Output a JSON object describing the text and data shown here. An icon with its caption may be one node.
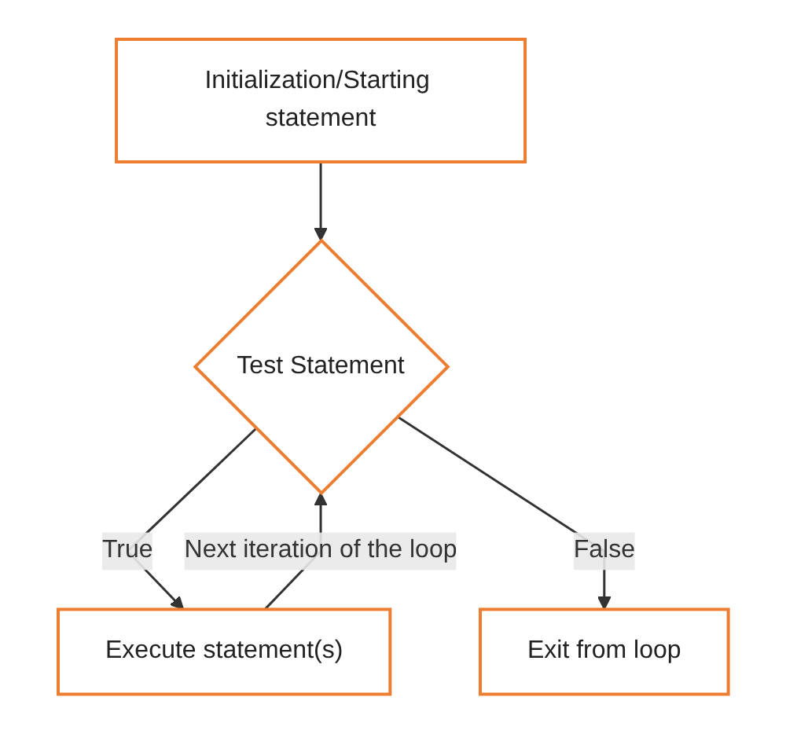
{
  "diagram": {
    "nodes": [
      {
        "text": [
          "Initialization/Starting statement"
        ]
      },
      {
        "text": [
          "Test Statement"
        ]
      },
      {
        "text": [
          "Execute statement(s)"
        ]
      },
      {
        "text": [
          "Exit from loop"
        ]
      }
    ],
    "edges": [
      {
        "from": 0,
        "to": 1,
        "arrow": "to"
      },
      {
        "from": 1,
        "to": 2,
        "arrow": "to",
        "label": "True"
      },
      {
        "from": 2,
        "to": 1,
        "arrow": "to",
        "label": "Next iteration of the loop"
      },
      {
        "from": 1,
        "to": 3,
        "arrow": "to",
        "label": "False"
      }
    ]
  }
}
